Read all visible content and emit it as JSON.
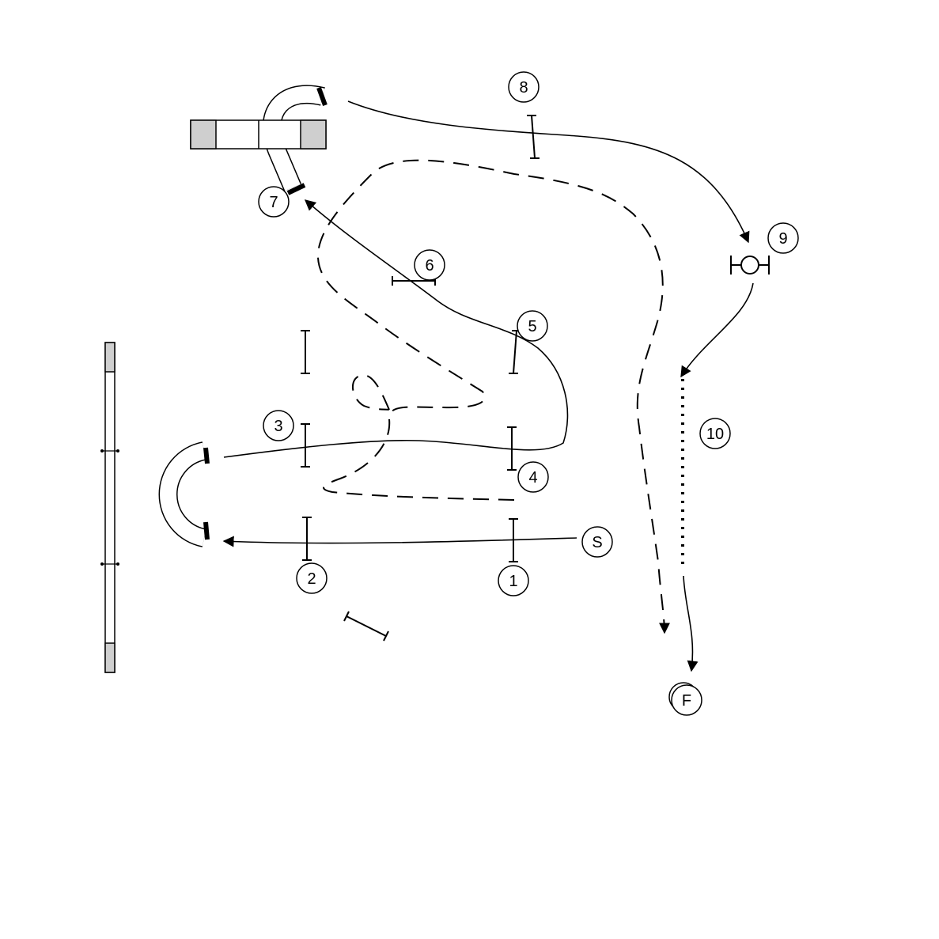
{
  "obstacles": {
    "start": "S",
    "jump_1": "1",
    "jump_2": "2",
    "jump_3": "3",
    "jump_4": "4",
    "jump_5": "5",
    "jump_6": "6",
    "tunnel_7": "7",
    "jump_8": "8",
    "tire_9": "9",
    "weave_10": "10",
    "finish": "F"
  }
}
